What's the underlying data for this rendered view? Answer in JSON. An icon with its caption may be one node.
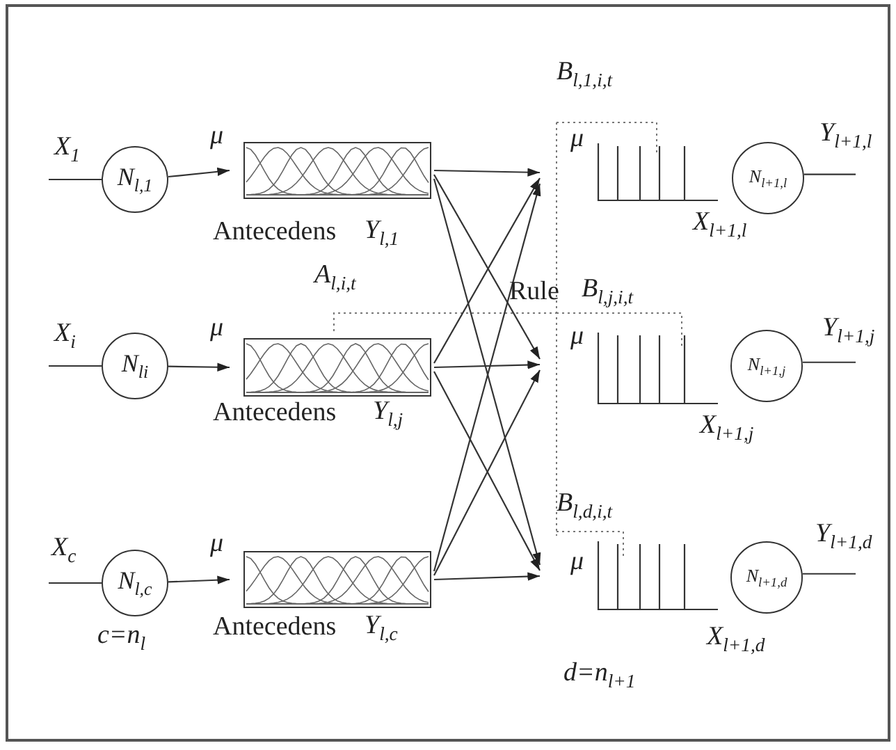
{
  "diagram": {
    "nodes": [
      {
        "text": [
          "N$_{l,1}$"
        ]
      },
      {
        "text": [],
        "shape": "box",
        "beside": [
          "Antecedens",
          "Y$_{l,1}$"
        ]
      },
      {
        "text": [
          "N$_{li}$"
        ]
      },
      {
        "text": [],
        "shape": "box",
        "beside": [
          "Antecedens",
          "Y$_{l,j}$"
        ]
      },
      {
        "text": [
          "N$_{l,c}$"
        ]
      },
      {
        "text": [],
        "shape": "box",
        "beside": [
          "Antecedens",
          "Y$_{l,c}$"
        ]
      },
      {
        "text": [],
        "shape": "picture",
        "beside": [
          "B$_{l,1,i,t}$",
          "μ",
          "X$_{l+1,l}$"
        ]
      },
      {
        "text": [
          "N$_{l+1,l}$"
        ]
      },
      {
        "text": [],
        "shape": "picture",
        "beside": [
          "B$_{l,j,i,t}$",
          "μ",
          "X$_{l+1,j}$"
        ]
      },
      {
        "text": [
          "N$_{l+1,j}$"
        ]
      },
      {
        "text": [],
        "shape": "picture",
        "beside": [
          "B$_{l,d,i,t}$",
          "μ",
          "X$_{l+1,d}$"
        ]
      },
      {
        "text": [
          "N$_{l+1,d}$"
        ]
      }
    ],
    "edges": [
      {
        "from": null,
        "to": 0,
        "arrow": "none",
        "label": "X$_{1}$"
      },
      {
        "from": 0,
        "to": 1,
        "arrow": "to",
        "label": "μ"
      },
      {
        "from": null,
        "to": 2,
        "arrow": "none",
        "label": "X$_{i}$"
      },
      {
        "from": 2,
        "to": 3,
        "arrow": "to",
        "label": "μ"
      },
      {
        "from": null,
        "to": 4,
        "arrow": "none",
        "label": "X$_{c}$"
      },
      {
        "from": 4,
        "to": 5,
        "arrow": "to",
        "label": "μ"
      },
      {
        "from": 1,
        "to": 6,
        "arrow": "to"
      },
      {
        "from": 1,
        "to": 8,
        "arrow": "to"
      },
      {
        "from": 1,
        "to": 10,
        "arrow": "to"
      },
      {
        "from": 3,
        "to": 6,
        "arrow": "to"
      },
      {
        "from": 3,
        "to": 8,
        "arrow": "to"
      },
      {
        "from": 3,
        "to": 10,
        "arrow": "to"
      },
      {
        "from": 5,
        "to": 6,
        "arrow": "to"
      },
      {
        "from": 5,
        "to": 8,
        "arrow": "to"
      },
      {
        "from": 5,
        "to": 10,
        "arrow": "to"
      },
      {
        "from": 7,
        "to": null,
        "arrow": "none",
        "label": "Y$_{l+1,l}$"
      },
      {
        "from": 9,
        "to": null,
        "arrow": "none",
        "label": "Y$_{l+1,j}$"
      },
      {
        "from": 11,
        "to": null,
        "arrow": "none",
        "label": "Y$_{l+1,d}$"
      }
    ],
    "labels": [
      "A$_{l,i,t}$",
      "Rule",
      "c=n$_{l}$",
      "d=n$_{l+1}$"
    ]
  }
}
